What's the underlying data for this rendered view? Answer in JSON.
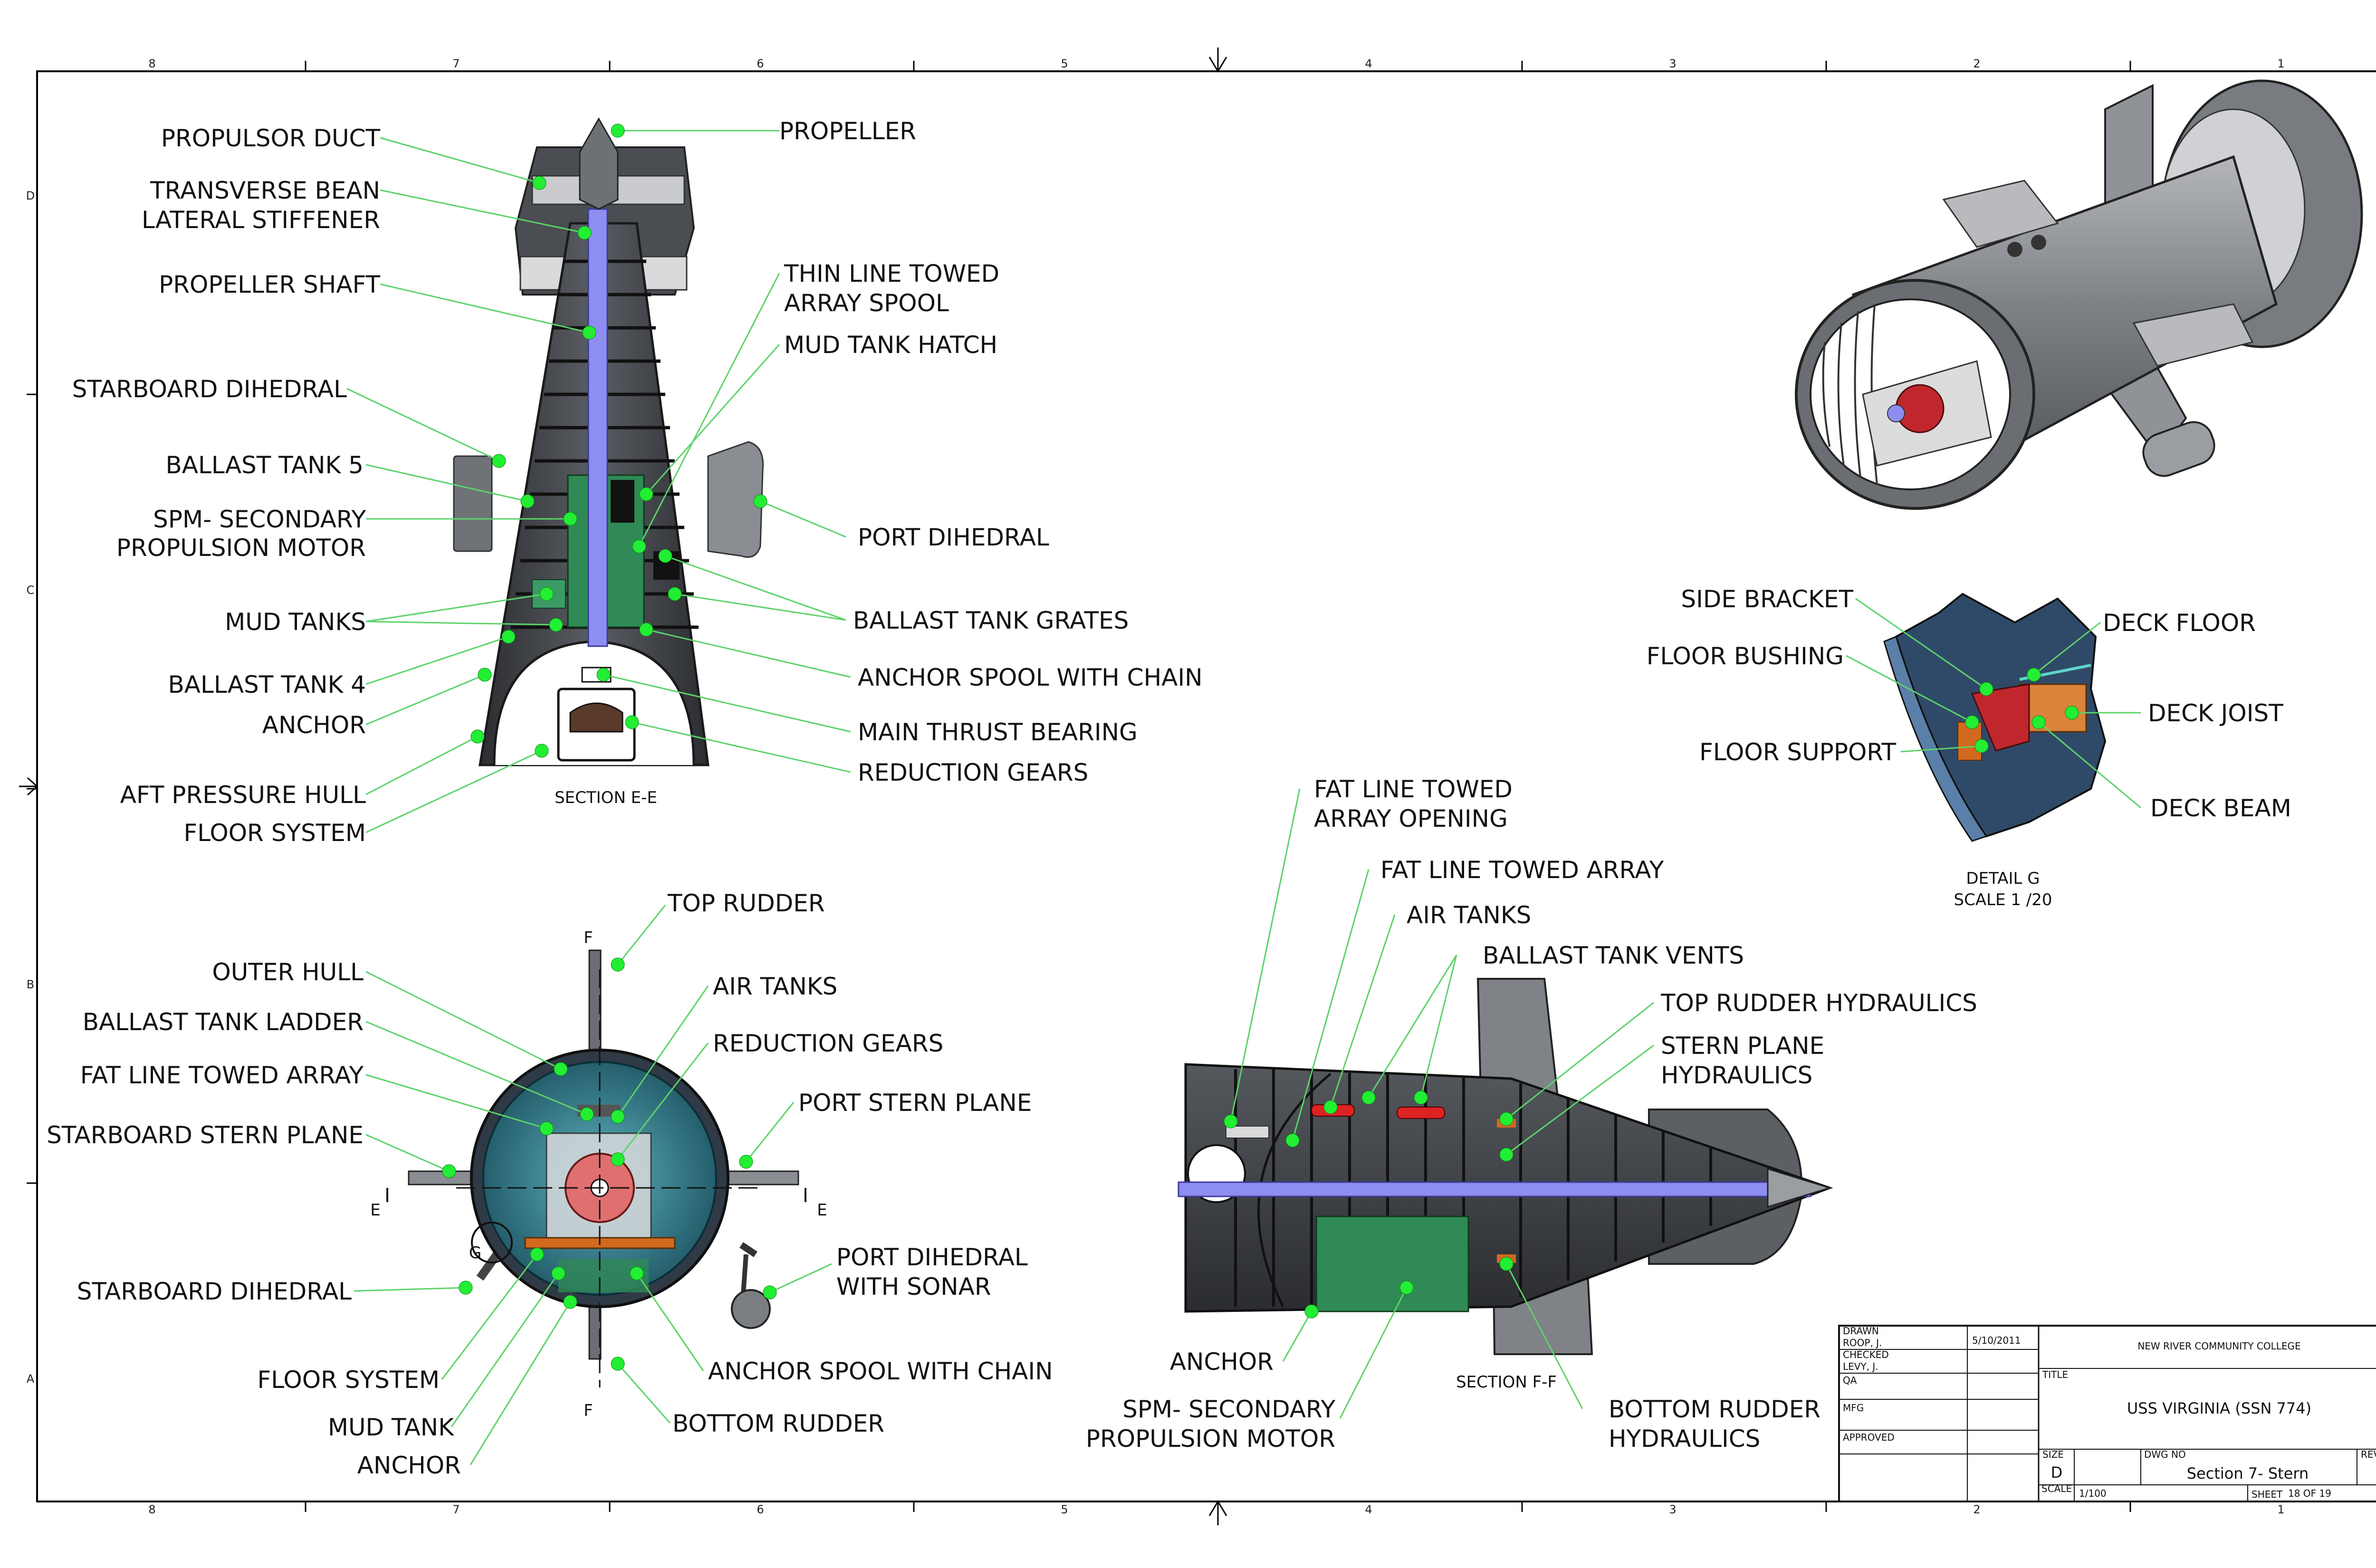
{
  "section_ee": {
    "caption": "SECTION E-E",
    "labels": {
      "propulsor_duct": "PROPULSOR DUCT",
      "transverse_1": "TRANSVERSE BEAN",
      "transverse_2": "LATERAL STIFFENER",
      "propeller_shaft": "PROPELLER SHAFT",
      "starboard_dihedral": "STARBOARD DIHEDRAL",
      "ballast_tank_5": "BALLAST TANK 5",
      "spm_1": "SPM- SECONDARY",
      "spm_2": "PROPULSION MOTOR",
      "mud_tanks": "MUD TANKS",
      "ballast_tank_4": "BALLAST TANK 4",
      "anchor": "ANCHOR",
      "aft_pressure_hull": "AFT PRESSURE HULL",
      "floor_system": "FLOOR SYSTEM",
      "propeller": "PROPELLER",
      "thin_line_1": "THIN LINE TOWED",
      "thin_line_2": "ARRAY SPOOL",
      "mud_tank_hatch": "MUD TANK HATCH",
      "port_dihedral": "PORT DIHEDRAL",
      "ballast_tank_grates": "BALLAST TANK GRATES",
      "anchor_spool": "ANCHOR SPOOL WITH CHAIN",
      "main_thrust_bearing": "MAIN THRUST BEARING",
      "reduction_gears": "REDUCTION GEARS"
    }
  },
  "detail_g": {
    "caption_1": "DETAIL  G",
    "caption_2": "SCALE 1 /20",
    "labels": {
      "side_bracket": "SIDE BRACKET",
      "floor_bushing": "FLOOR BUSHING",
      "floor_support": "FLOOR SUPPORT",
      "deck_floor": "DECK FLOOR",
      "deck_joist": "DECK JOIST",
      "deck_beam": "DECK BEAM"
    }
  },
  "section_ff_view": {
    "cut_letter": "F",
    "cut_letter_e": "E",
    "detail_letter": "G",
    "labels": {
      "top_rudder": "TOP RUDDER",
      "outer_hull": "OUTER HULL",
      "ballast_tank_ladder": "BALLAST TANK LADDER",
      "fat_line_towed_array": "FAT LINE TOWED ARRAY",
      "starboard_stern_plane": "STARBOARD STERN PLANE",
      "starboard_dihedral": "STARBOARD DIHEDRAL",
      "floor_system": "FLOOR SYSTEM",
      "mud_tank": "MUD TANK",
      "anchor": "ANCHOR",
      "air_tanks": "AIR TANKS",
      "reduction_gears": "REDUCTION GEARS",
      "port_stern_plane": "PORT STERN PLANE",
      "port_dihedral_1": "PORT DIHEDRAL",
      "port_dihedral_2": "WITH SONAR",
      "anchor_spool": "ANCHOR SPOOL WITH CHAIN",
      "bottom_rudder": "BOTTOM RUDDER"
    }
  },
  "section_ff": {
    "caption": "SECTION F-F",
    "labels": {
      "fat_opening_1": "FAT LINE TOWED",
      "fat_opening_2": "ARRAY OPENING",
      "fat_line_towed_array": "FAT LINE TOWED ARRAY",
      "air_tanks": "AIR TANKS",
      "ballast_tank_vents": "BALLAST TANK VENTS",
      "top_rudder_hydraulics": "TOP RUDDER HYDRAULICS",
      "stern_plane_1": "STERN PLANE",
      "stern_plane_2": "HYDRAULICS",
      "anchor": "ANCHOR",
      "spm_1": "SPM- SECONDARY",
      "spm_2": "PROPULSION MOTOR",
      "bottom_rudder_1": "BOTTOM RUDDER",
      "bottom_rudder_2": "HYDRAULICS"
    }
  },
  "border": {
    "columns": [
      "8",
      "7",
      "6",
      "5",
      "4",
      "3",
      "2",
      "1"
    ],
    "rows": [
      "D",
      "C",
      "B",
      "A"
    ]
  },
  "title_block": {
    "drawn_label": "DRAWN",
    "drawn_name": "ROOP, J.",
    "drawn_date": "5/10/2011",
    "checked_label": "CHECKED",
    "checked_name": "LEVY, J.",
    "qa_label": "QA",
    "mfg_label": "MFG",
    "approved_label": "APPROVED",
    "company": "NEW RIVER COMMUNITY COLLEGE",
    "title_label": "TITLE",
    "title": "USS VIRGINIA (SSN 774)",
    "size_label": "SIZE",
    "size": "D",
    "dwg_label": "DWG NO",
    "dwg_no": "Section 7- Stern",
    "rev_label": "REV",
    "scale_label": "SCALE",
    "scale": "1/100",
    "sheet_label": "SHEET",
    "sheet": "18 OF 19"
  },
  "colors": {
    "leader": "#5cd36a",
    "arrow": "#22ee33",
    "hull_dark": "#3a3d42",
    "hull_mid": "#6b6e73",
    "shaft": "#8e8ef0",
    "tank_green": "#2f8a55",
    "water_teal": "#3d8f9c",
    "rust": "#d2691e"
  }
}
